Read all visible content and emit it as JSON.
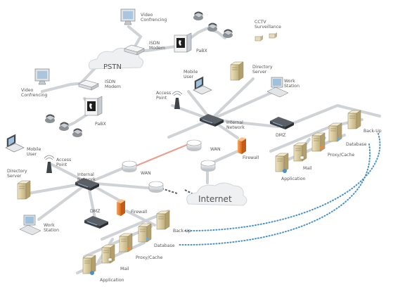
{
  "clouds": {
    "pstn": "PSTN",
    "internet": "Internet"
  },
  "labels": {
    "video_conf_top": [
      "Video",
      "Confrencing"
    ],
    "isdn_top": [
      "ISDN",
      "Modem"
    ],
    "pabx_top": "PaBX",
    "cctv": [
      "CCTV",
      "Surveillance"
    ],
    "video_conf_left": [
      "Video",
      "Confrencing"
    ],
    "isdn_left": [
      "ISDN",
      "Modem"
    ],
    "pabx_left": "PaBX",
    "mobile_user_top": [
      "Mobile",
      "User"
    ],
    "access_point_top": [
      "Access",
      "Point"
    ],
    "directory_server_top": [
      "Directory",
      "Server"
    ],
    "work_station_top": [
      "Work",
      "Station"
    ],
    "internal_network_top": [
      "Internal",
      "Network"
    ],
    "dmz_top": "DMZ",
    "firewall_top": "Firewall",
    "wan_top": "WAN",
    "wan_left": "WAN",
    "backup_top": "Back-Up",
    "database_top": "Database",
    "proxy_cache_top": "Proxy/Cache",
    "mail_top": "Mail",
    "application_top": "Application",
    "mobile_user_left": [
      "Mobile",
      "User"
    ],
    "access_point_left": [
      "Access",
      "Point"
    ],
    "directory_server_left": [
      "Directory",
      "Server"
    ],
    "internal_network_left": [
      "Internal",
      "Network"
    ],
    "work_station_left": [
      "Work",
      "Station"
    ],
    "dmz_bottom": "DMZ",
    "firewall_bottom": "Firewall",
    "backup_bottom": "Back-Up",
    "database_bottom": "Database",
    "proxy_cache_bottom": "Proxy/Cache",
    "mail_bottom": "Mail",
    "application_bottom": "Application"
  },
  "colors": {
    "cable": "#cfd3d6",
    "wan_link": "#e8a090",
    "backup_link": "#4a90c8",
    "firewall": "#f08a3a",
    "server": "#d9c99a",
    "label": "#555555"
  }
}
